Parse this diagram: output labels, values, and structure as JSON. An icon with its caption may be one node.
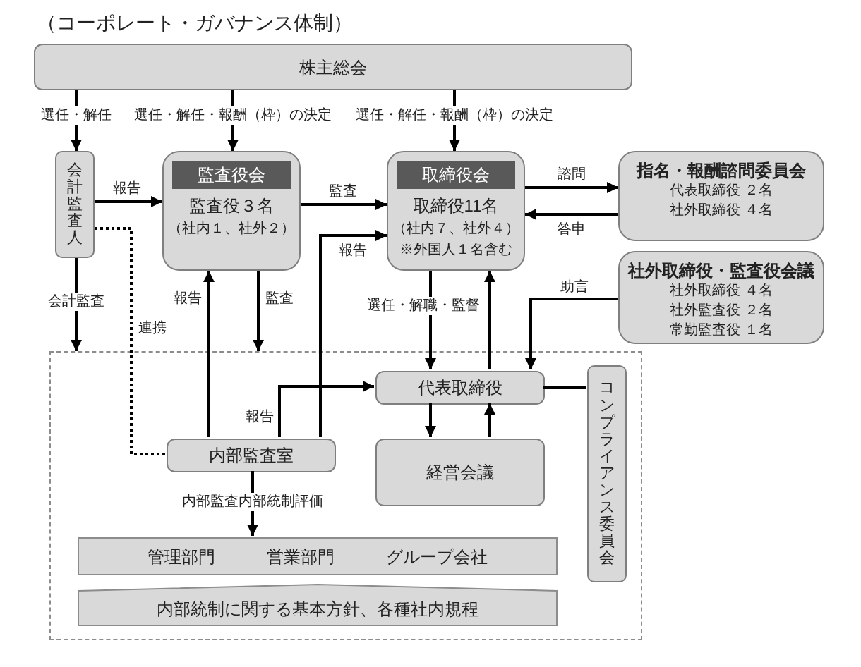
{
  "diagram": {
    "title": "（コーポレート・ガバナンス体制）",
    "nodes": [
      {
        "text": [
          "株主総会"
        ]
      },
      {
        "text": [
          "会計監査人"
        ]
      },
      {
        "text": [
          "監査役会",
          "監査役３名",
          "（社内１、社外２）"
        ]
      },
      {
        "text": [
          "取締役会",
          "取締役11名",
          "（社内７、社外４）",
          "※外国人１名含む"
        ]
      },
      {
        "text": [
          "指名・報酬諮問委員会",
          "代表取締役 ２名",
          "社外取締役 ４名"
        ]
      },
      {
        "text": [
          "社外取締役・監査役会議",
          "社外取締役 ４名",
          "社外監査役 ２名",
          "常勤監査役 １名"
        ]
      },
      {
        "text": [],
        "shape": "box"
      },
      {
        "text": [
          "代表取締役"
        ],
        "in": 6
      },
      {
        "text": [
          "内部監査室"
        ],
        "in": 6
      },
      {
        "text": [
          "経営会議"
        ],
        "in": 6
      },
      {
        "text": [
          "コンプライアンス委員会"
        ],
        "in": 6
      },
      {
        "text": [
          "管理部門",
          "営業部門",
          "グループ会社"
        ],
        "in": 6
      },
      {
        "text": [
          "内部統制に関する基本方針、各種社内規程"
        ],
        "in": 6
      }
    ],
    "edges": [
      {
        "from": 0,
        "to": 1,
        "arrow": "to",
        "label": "選任・解任"
      },
      {
        "from": 0,
        "to": 2,
        "arrow": "to",
        "label": "選任・解任・報酬（枠）の決定"
      },
      {
        "from": 0,
        "to": 3,
        "arrow": "to",
        "label": "選任・解任・報酬（枠）の決定"
      },
      {
        "from": 1,
        "to": 2,
        "arrow": "to",
        "label": "報告"
      },
      {
        "from": 2,
        "to": 3,
        "arrow": "to",
        "label": "監査"
      },
      {
        "from": 8,
        "to": 3,
        "arrow": "to",
        "label": "報告"
      },
      {
        "from": 3,
        "to": 4,
        "arrow": "to",
        "label": "諮問"
      },
      {
        "from": 4,
        "to": 3,
        "arrow": "to",
        "label": "答申"
      },
      {
        "from": 1,
        "to": 6,
        "arrow": "to",
        "label": "会計監査"
      },
      {
        "from": 1,
        "to": 8,
        "arrow": "none",
        "label": "連携",
        "style": "dashed"
      },
      {
        "from": 8,
        "to": 2,
        "arrow": "to",
        "label": "報告"
      },
      {
        "from": 2,
        "to": 6,
        "arrow": "to",
        "label": "監査"
      },
      {
        "from": 3,
        "to": 7,
        "arrow": "to",
        "label": "選任・解職・監督"
      },
      {
        "from": 7,
        "to": 3,
        "arrow": "to"
      },
      {
        "from": 5,
        "to": 7,
        "arrow": "to",
        "label": "助言"
      },
      {
        "from": 8,
        "to": 7,
        "arrow": "to",
        "label": "報告"
      },
      {
        "from": 7,
        "to": 9,
        "arrow": "to"
      },
      {
        "from": 9,
        "to": 7,
        "arrow": "to"
      },
      {
        "from": 7,
        "to": 10,
        "arrow": "none"
      },
      {
        "from": 8,
        "to": 11,
        "arrow": "to",
        "label": "内部監査内部統制評価"
      }
    ]
  }
}
